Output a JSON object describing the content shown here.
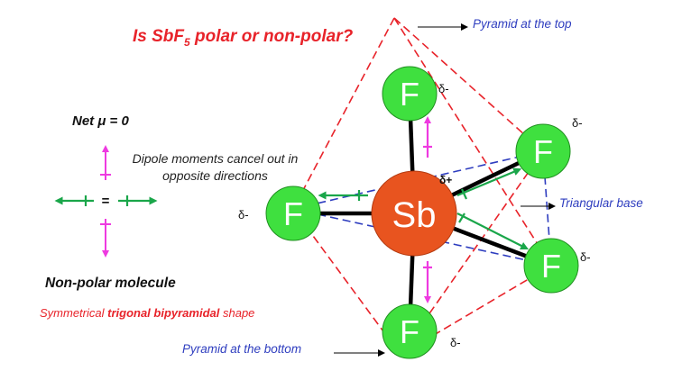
{
  "title": {
    "prefix": "Is SbF",
    "subscript": "5",
    "suffix": " polar or non-polar?"
  },
  "net_dipole": "Net μ = 0",
  "cancel_text": "Dipole moments cancel out in opposite directions",
  "equals_sign": "=",
  "nonpolar_label": "Non-polar molecule",
  "shape_text": {
    "prefix": "Symmetrical ",
    "bold": "trigonal bipyramidal",
    "suffix": " shape"
  },
  "pyramid_top_label": "Pyramid at the top",
  "triangular_base_label": "Triangular base",
  "pyramid_bottom_label": "Pyramid at the bottom",
  "central_atom": "Sb",
  "fluorine_atoms": [
    "F",
    "F",
    "F",
    "F",
    "F"
  ],
  "partial_charges": {
    "fluorine": [
      "δ-",
      "δ-",
      "δ-",
      "δ-",
      "δ-"
    ],
    "central": "δ+"
  },
  "colors": {
    "central_atom": "#e8541f",
    "fluorine_atom": "#3fe03f",
    "pyramid_lines": "#e8232a",
    "base_lines": "#2e3dbf",
    "vertical_dipole": "#ee3ae0",
    "horizontal_dipole": "#1aa64a",
    "bonds": "#000000"
  }
}
